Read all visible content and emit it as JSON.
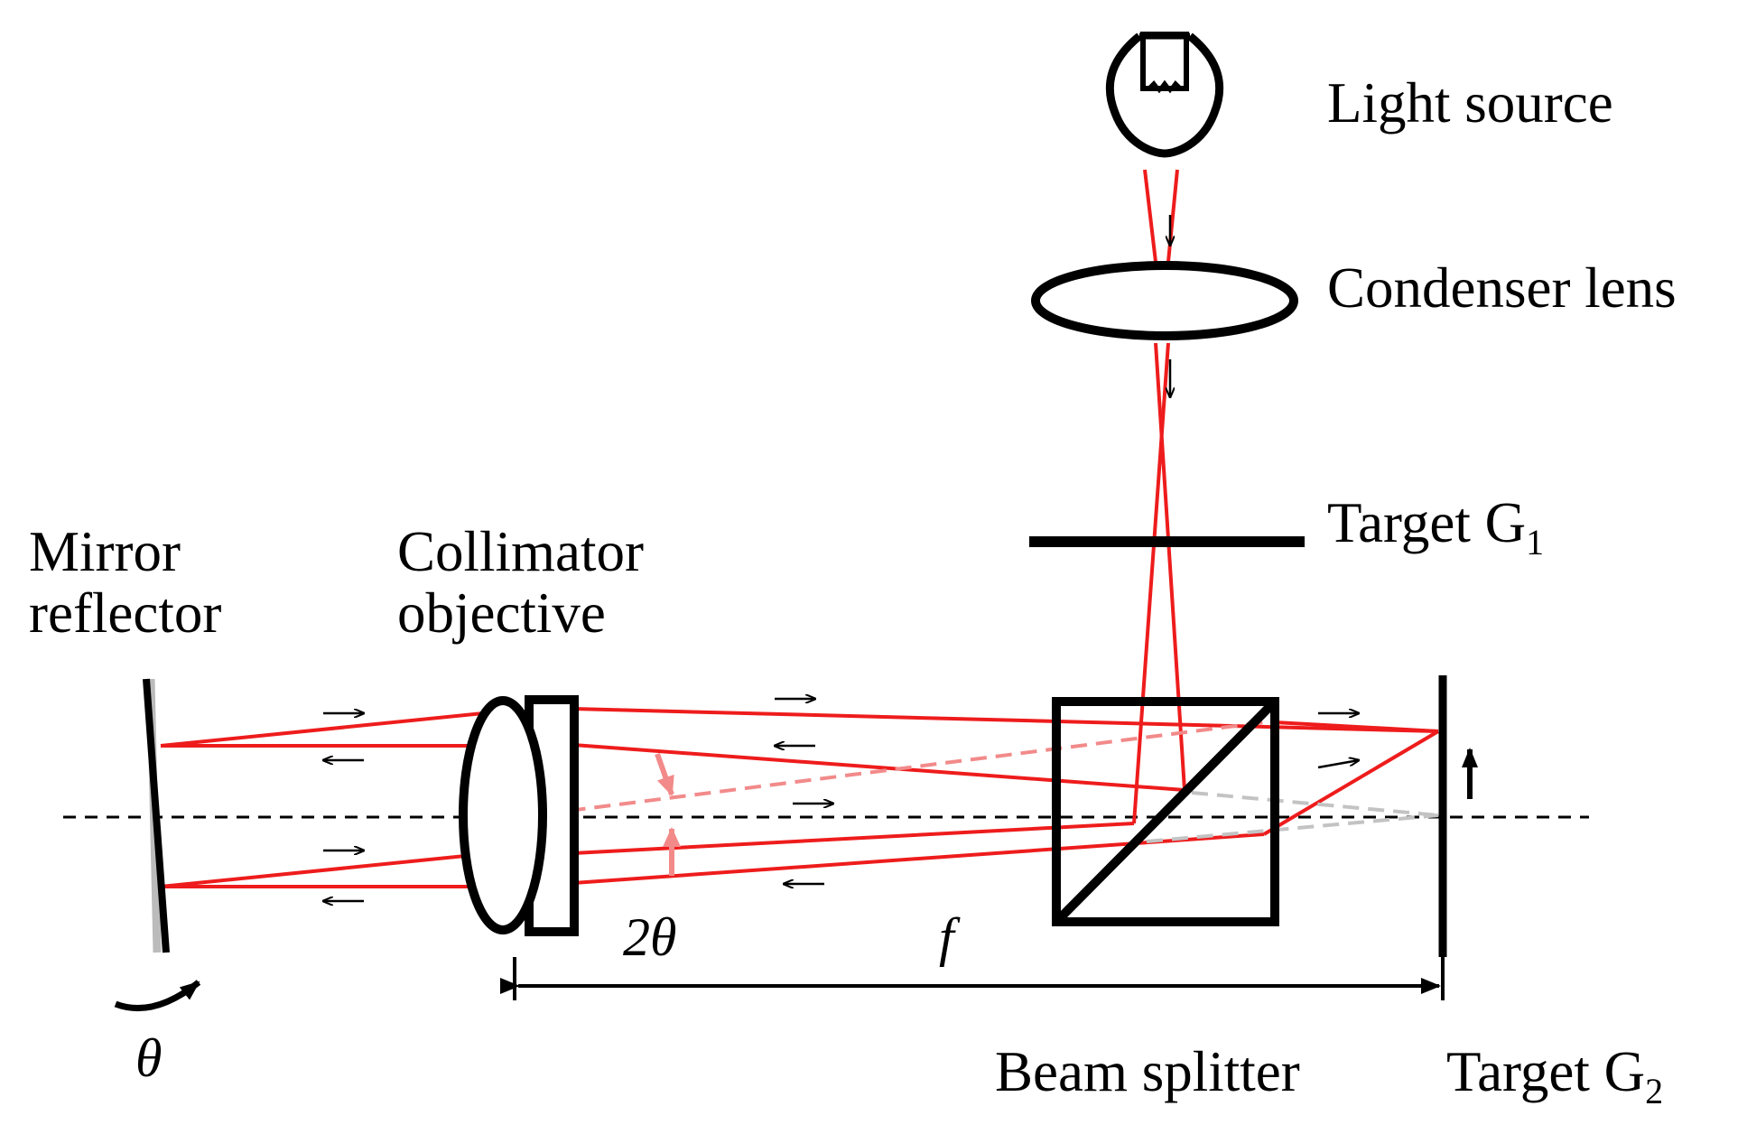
{
  "labels": {
    "light_source": "Light source",
    "condenser_lens": "Condenser lens",
    "target_g1_main": "Target G",
    "target_g1_sub": "1",
    "mirror_line1": "Mirror",
    "mirror_line2": "reflector",
    "collimator_line1": "Collimator",
    "collimator_line2": "objective",
    "two_theta": "2θ",
    "focal": "f",
    "theta": "θ",
    "beam_splitter": "Beam splitter",
    "target_g2_main": "Target G",
    "target_g2_sub": "2"
  },
  "colors": {
    "ray": "#ee1c1c",
    "ray_pale": "#f28a8a",
    "ray_gray": "#c3c3c3",
    "outline": "#000000"
  },
  "icons": {
    "light_source": "bulb-icon",
    "rotation": "curved-arrow-icon",
    "image_shift": "up-arrow-icon"
  }
}
